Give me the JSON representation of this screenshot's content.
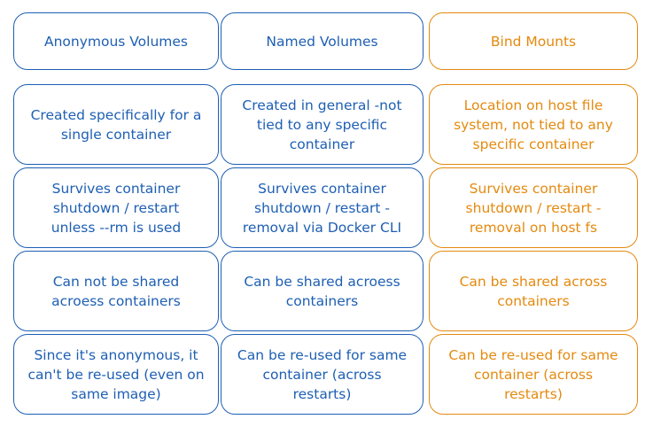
{
  "colors": {
    "blue": "#1e5fb3",
    "orange": "#e38a0f"
  },
  "headers": {
    "anonymous": "Anonymous Volumes",
    "named": "Named Volumes",
    "bind": "Bind Mounts"
  },
  "rows": [
    {
      "anonymous": "Created specifically for a\nsingle container",
      "named": "Created in general -not\ntied to any specific\ncontainer",
      "bind": "Location on host file\nsystem, not tied to any\nspecific container"
    },
    {
      "anonymous": "Survives container\nshutdown / restart\nunless --rm is used",
      "named": "Survives container\nshutdown / restart -\nremoval via Docker CLI",
      "bind": "Survives container\nshutdown / restart -\nremoval on host fs"
    },
    {
      "anonymous": "Can not be shared\nacroess containers",
      "named": "Can be shared acroess\ncontainers",
      "bind": "Can be shared across\ncontainers"
    },
    {
      "anonymous": "Since it's anonymous, it\ncan't be re-used (even on\nsame image)",
      "named": "Can be re-used for same\ncontainer (across\nrestarts)",
      "bind": "Can be re-used for same\ncontainer (across\nrestarts)"
    }
  ]
}
